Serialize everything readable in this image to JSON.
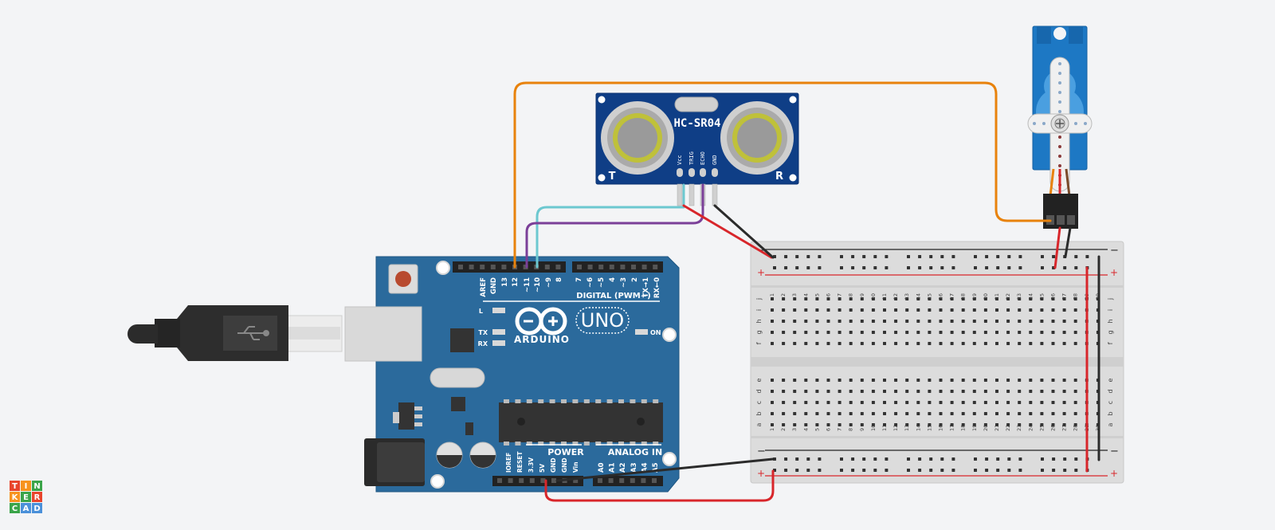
{
  "canvas": {
    "background": "#f3f4f6"
  },
  "arduino": {
    "brand": "ARDUINO",
    "model": "UNO",
    "on_label": "ON",
    "led_l": "L",
    "led_tx": "TX",
    "led_rx": "RX",
    "digital_label": "DIGITAL (PWM~)",
    "power_label": "POWER",
    "analog_label": "ANALOG IN",
    "digital_pins": [
      "AREF",
      "GND",
      "13",
      "12",
      "~11",
      "~10",
      "~9",
      "8",
      "7",
      "~6",
      "~5",
      "4",
      "~3",
      "2",
      "TX→1",
      "RX←0"
    ],
    "power_pins": [
      "IOREF",
      "RESET",
      "3.3V",
      "5V",
      "GND",
      "GND",
      "Vin"
    ],
    "analog_pins": [
      "A0",
      "A1",
      "A2",
      "A3",
      "A4",
      "A5"
    ],
    "board_color": "#2b6a9c"
  },
  "sensor": {
    "model": "HC-SR04",
    "pins": [
      "Vcc",
      "TRIG",
      "ECHO",
      "GND"
    ],
    "left_mark": "T",
    "right_mark": "R",
    "board_color": "#0f3e86"
  },
  "breadboard": {
    "columns": [
      "1",
      "2",
      "3",
      "4",
      "5",
      "6",
      "7",
      "8",
      "9",
      "10",
      "11",
      "12",
      "13",
      "14",
      "15",
      "16",
      "17",
      "18",
      "19",
      "20",
      "21",
      "22",
      "23",
      "24",
      "25",
      "26",
      "27",
      "28",
      "29",
      "30"
    ],
    "rows_top": [
      "j",
      "i",
      "h",
      "g",
      "f"
    ],
    "rows_bottom": [
      "e",
      "d",
      "c",
      "b",
      "a"
    ],
    "minus": "−",
    "plus": "+"
  },
  "wires": {
    "orange": "#e8820c",
    "cyan": "#6cc8d0",
    "purple": "#7b3f98",
    "red": "#d8262b",
    "black": "#2b2b2b"
  },
  "logo": {
    "letters": [
      "T",
      "I",
      "N",
      "K",
      "E",
      "R",
      "C",
      "A",
      "D"
    ],
    "colors": [
      "#e8452c",
      "#f7931e",
      "#3aa449",
      "#f7931e",
      "#3aa449",
      "#e8452c",
      "#3aa449",
      "#4a90d9",
      "#4a90d9"
    ]
  }
}
